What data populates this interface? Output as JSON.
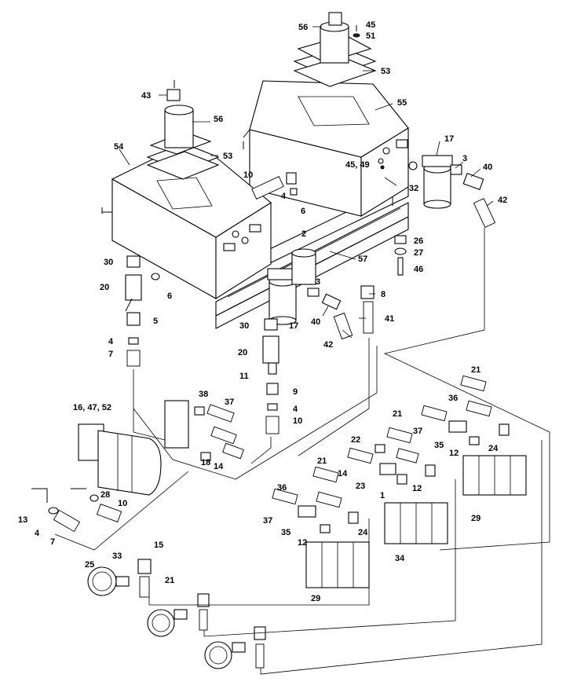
{
  "callouts": [
    {
      "id": "c56a",
      "text": "56"
    },
    {
      "id": "c45a",
      "text": "45"
    },
    {
      "id": "c51",
      "text": "51"
    },
    {
      "id": "c53a",
      "text": "53"
    },
    {
      "id": "c43",
      "text": "43"
    },
    {
      "id": "c56b",
      "text": "56"
    },
    {
      "id": "c55",
      "text": "55"
    },
    {
      "id": "c54",
      "text": "54"
    },
    {
      "id": "c53b",
      "text": "53"
    },
    {
      "id": "c17a",
      "text": "17"
    },
    {
      "id": "c3a",
      "text": "3"
    },
    {
      "id": "c40a",
      "text": "40"
    },
    {
      "id": "c4549",
      "text": "45, 49"
    },
    {
      "id": "c32",
      "text": "32"
    },
    {
      "id": "c42a",
      "text": "42"
    },
    {
      "id": "c10a",
      "text": "10"
    },
    {
      "id": "c4a",
      "text": "4"
    },
    {
      "id": "c6a",
      "text": "6"
    },
    {
      "id": "c2",
      "text": "2"
    },
    {
      "id": "c26",
      "text": "26"
    },
    {
      "id": "c27",
      "text": "27"
    },
    {
      "id": "c57",
      "text": "57"
    },
    {
      "id": "c46",
      "text": "46"
    },
    {
      "id": "c30a",
      "text": "30"
    },
    {
      "id": "c20a",
      "text": "20"
    },
    {
      "id": "c6b",
      "text": "6"
    },
    {
      "id": "c3b",
      "text": "3"
    },
    {
      "id": "c8",
      "text": "8"
    },
    {
      "id": "c5",
      "text": "5"
    },
    {
      "id": "c40b",
      "text": "40"
    },
    {
      "id": "c17b",
      "text": "17"
    },
    {
      "id": "c41",
      "text": "41"
    },
    {
      "id": "c30b",
      "text": "30"
    },
    {
      "id": "c42b",
      "text": "42"
    },
    {
      "id": "c4b",
      "text": "4"
    },
    {
      "id": "c7a",
      "text": "7"
    },
    {
      "id": "c20b",
      "text": "20"
    },
    {
      "id": "c11",
      "text": "11"
    },
    {
      "id": "c9",
      "text": "9"
    },
    {
      "id": "c21a",
      "text": "21"
    },
    {
      "id": "c36a",
      "text": "36"
    },
    {
      "id": "c4c",
      "text": "4"
    },
    {
      "id": "c10b",
      "text": "10"
    },
    {
      "id": "c38",
      "text": "38"
    },
    {
      "id": "c164752",
      "text": "16, 47, 52"
    },
    {
      "id": "c37a",
      "text": "37"
    },
    {
      "id": "c21b",
      "text": "21"
    },
    {
      "id": "c37b",
      "text": "37"
    },
    {
      "id": "c35a",
      "text": "35"
    },
    {
      "id": "c22",
      "text": "22"
    },
    {
      "id": "c12a",
      "text": "12"
    },
    {
      "id": "c24a",
      "text": "24"
    },
    {
      "id": "c18",
      "text": "18"
    },
    {
      "id": "c14a",
      "text": "14"
    },
    {
      "id": "c14b",
      "text": "14"
    },
    {
      "id": "c23",
      "text": "23"
    },
    {
      "id": "c21c",
      "text": "21"
    },
    {
      "id": "c12b",
      "text": "12"
    },
    {
      "id": "c29a",
      "text": "29"
    },
    {
      "id": "c28",
      "text": "28"
    },
    {
      "id": "c36b",
      "text": "36"
    },
    {
      "id": "c1",
      "text": "1"
    },
    {
      "id": "c10c",
      "text": "10"
    },
    {
      "id": "c13",
      "text": "13"
    },
    {
      "id": "c37c",
      "text": "37"
    },
    {
      "id": "c24b",
      "text": "24"
    },
    {
      "id": "c4d",
      "text": "4"
    },
    {
      "id": "c7b",
      "text": "7"
    },
    {
      "id": "c35b",
      "text": "35"
    },
    {
      "id": "c12c",
      "text": "12"
    },
    {
      "id": "c34",
      "text": "34"
    },
    {
      "id": "c15",
      "text": "15"
    },
    {
      "id": "c33",
      "text": "33"
    },
    {
      "id": "c25",
      "text": "25"
    },
    {
      "id": "c21d",
      "text": "21"
    },
    {
      "id": "c29b",
      "text": "29"
    }
  ]
}
